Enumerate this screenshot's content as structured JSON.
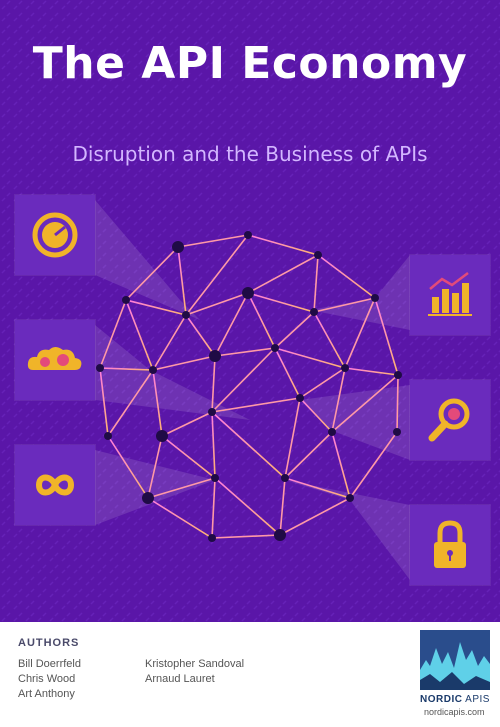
{
  "cover": {
    "title": "The API Economy",
    "subtitle": "Disruption and the Business of APIs",
    "colors": {
      "background": "#5a16a8",
      "accent": "#f0b429",
      "subtitle": "#d3b6ff"
    }
  },
  "icons": [
    {
      "name": "speedometer-icon"
    },
    {
      "name": "cloud-gears-icon"
    },
    {
      "name": "infinity-icon"
    },
    {
      "name": "bar-chart-growth-icon"
    },
    {
      "name": "magnifier-bug-icon"
    },
    {
      "name": "padlock-icon"
    }
  ],
  "footer": {
    "authors_heading": "AUTHORS",
    "authors": [
      "Bill Doerrfeld",
      "Chris Wood",
      "Art Anthony",
      "Kristopher Sandoval",
      "Arnaud Lauret"
    ],
    "brand_bold": "NORDIC",
    "brand_rest": " APIS",
    "url": "nordicapis.com"
  }
}
